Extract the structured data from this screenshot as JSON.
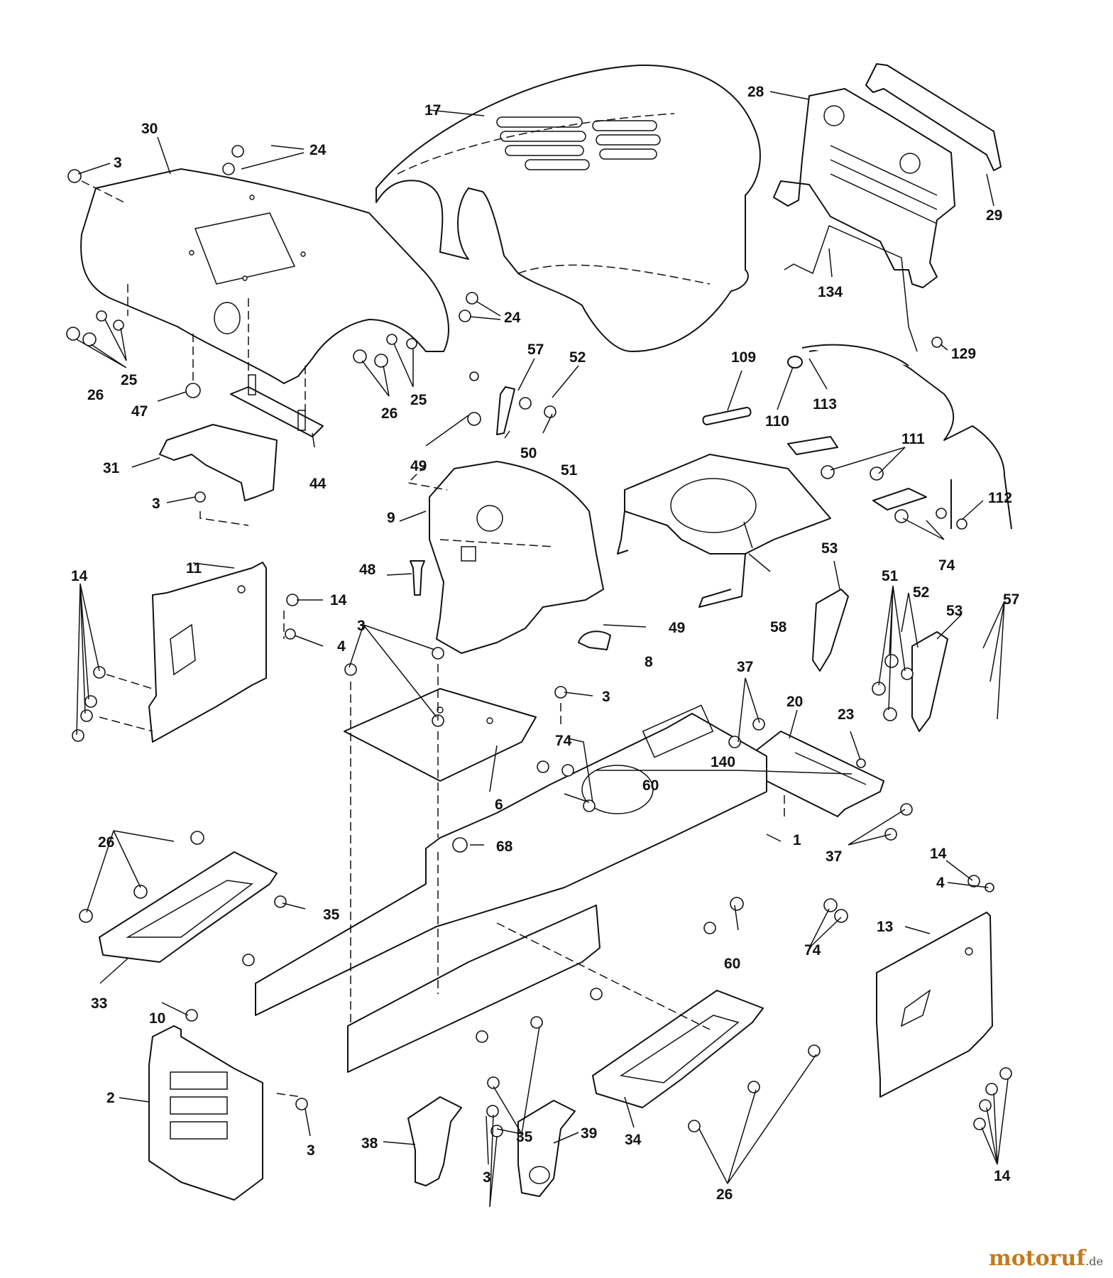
{
  "callouts": {
    "c17": "17",
    "c30": "30",
    "c3a": "3",
    "c24a": "24",
    "c24b": "24",
    "c25a": "25",
    "c26a": "26",
    "c25b": "25",
    "c26b": "26",
    "c47": "47",
    "c31": "31",
    "c3b": "3",
    "c44": "44",
    "c28": "28",
    "c29": "29",
    "c134": "134",
    "c129": "129",
    "c109": "109",
    "c110": "110",
    "c113": "113",
    "c111": "111",
    "c112": "112",
    "c74a": "74",
    "c57a": "57",
    "c52a": "52",
    "c49a": "49",
    "c50": "50",
    "c51a": "51",
    "c9": "9",
    "c48": "48",
    "c49b": "49",
    "c8": "8",
    "c58": "58",
    "c53a": "53",
    "c51b": "51",
    "c52b": "52",
    "c53b": "53",
    "c57b": "57",
    "c11": "11",
    "c14a": "14",
    "c14b": "14",
    "c4a": "4",
    "c3c": "3",
    "c6": "6",
    "c3d": "3",
    "c68": "68",
    "c37a": "37",
    "c20": "20",
    "c23": "23",
    "c140": "140",
    "c74b": "74",
    "c60a": "60",
    "c1": "1",
    "c37b": "37",
    "c26c": "26",
    "c35a": "35",
    "c33": "33",
    "c10": "10",
    "c60b": "60",
    "c74c": "74",
    "c14c": "14",
    "c4b": "4",
    "c13": "13",
    "c2": "2",
    "c3e": "3",
    "c38": "38",
    "c35b": "35",
    "c3f": "3",
    "c39": "39",
    "c34": "34",
    "c26d": "26",
    "c14d": "14"
  },
  "watermark": {
    "main": "motoruf",
    "tld": ".de"
  }
}
